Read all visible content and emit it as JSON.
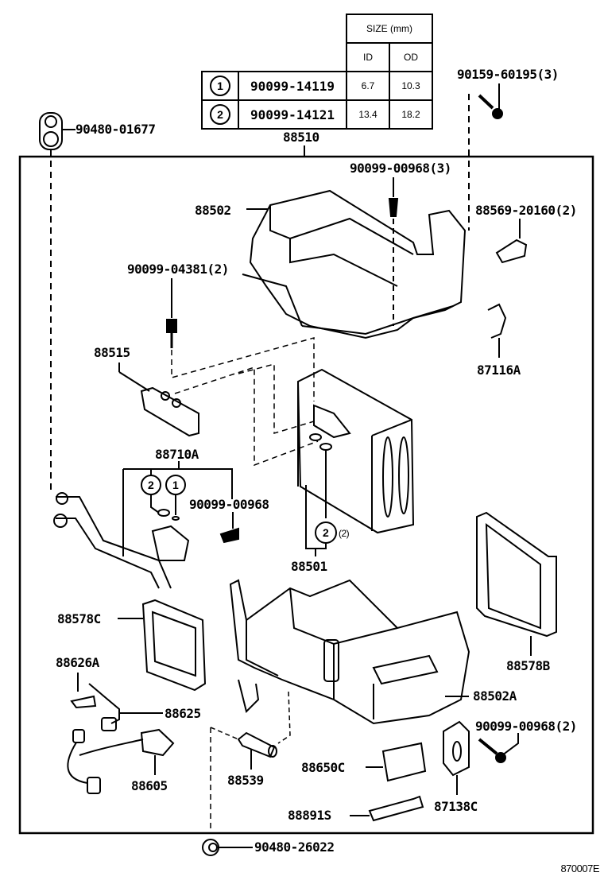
{
  "diagram": {
    "assembly_number": "88510",
    "drawing_code": "870007E",
    "size_table": {
      "header": "SIZE (mm)",
      "columns": [
        "ID",
        "OD"
      ],
      "rows": [
        {
          "ref": "1",
          "part": "90099-14119",
          "id": "6.7",
          "od": "10.3"
        },
        {
          "ref": "2",
          "part": "90099-14121",
          "id": "13.4",
          "od": "18.2"
        }
      ]
    },
    "labels": {
      "p9048001677": "90480-01677",
      "p9015960195": "90159-60195(3)",
      "p88510": "88510",
      "p9009900968_3": "90099-00968(3)",
      "p88502": "88502",
      "p8856920160": "88569-20160(2)",
      "p9009904381": "90099-04381(2)",
      "p88515": "88515",
      "p87116A": "87116A",
      "p88710A": "88710A",
      "p9009900968": "90099-00968",
      "p88501": "88501",
      "p88578C": "88578C",
      "p88578B": "88578B",
      "p88626A": "88626A",
      "p88625": "88625",
      "p88502A": "88502A",
      "p9009900968_2": "90099-00968(2)",
      "p88605": "88605",
      "p88539": "88539",
      "p88650C": "88650C",
      "p87138C": "87138C",
      "p88891S": "88891S",
      "p9048026022": "90480-26022"
    },
    "callouts": {
      "ring1": "1",
      "ring2": "2",
      "ring2_evap": "2",
      "ring2_qty": "(2)"
    }
  }
}
